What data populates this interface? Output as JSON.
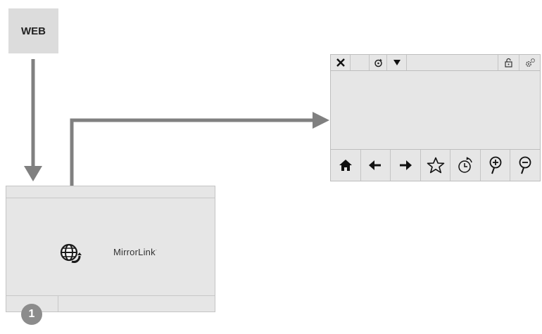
{
  "web": {
    "label": "WEB"
  },
  "panel": {
    "brand": "MirrorLink",
    "brand_mark": "·"
  },
  "step": {
    "number": "1"
  },
  "browser": {
    "topbar_icons": [
      "close-icon",
      "refresh-icon",
      "dropdown-icon",
      "lock-icon",
      "settings-icon"
    ],
    "bottom_buttons": [
      "home-icon",
      "back-arrow-icon",
      "forward-arrow-icon",
      "favorite-star-icon",
      "history-icon",
      "zoom-in-icon",
      "zoom-out-icon"
    ]
  },
  "colors": {
    "arrow": "#808080",
    "panel": "#e6e6e6",
    "badge": "#8c8c8c"
  }
}
